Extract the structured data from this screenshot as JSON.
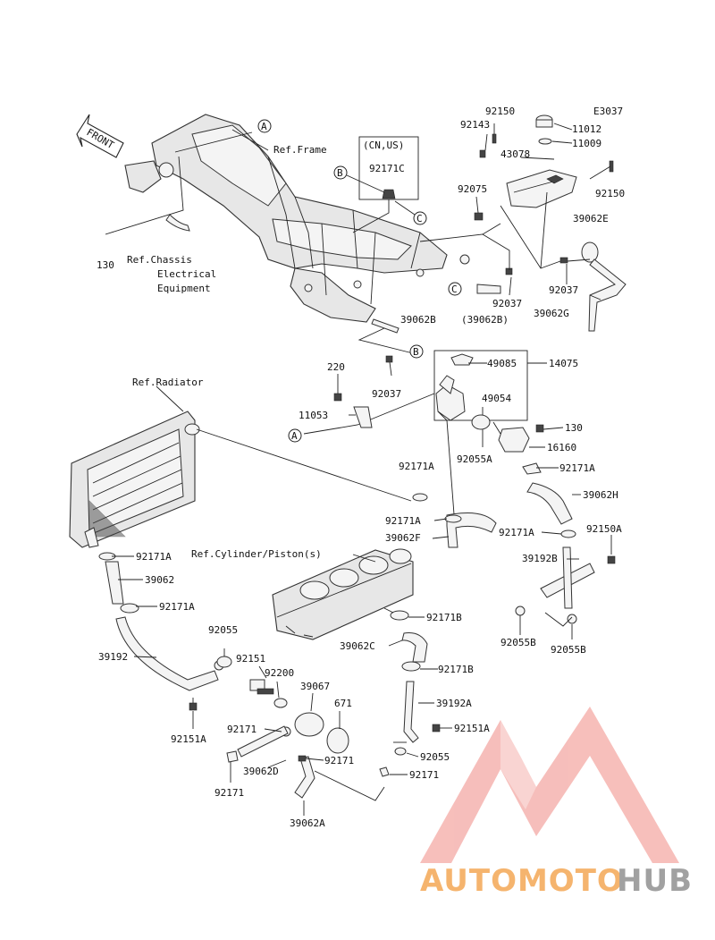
{
  "diagram_code": "E3037",
  "front_label": "FRONT",
  "market_note": "(CN,US)",
  "refs": {
    "frame": "Ref.Frame",
    "chassis_1": "Ref.Chassis",
    "chassis_2": "Electrical",
    "chassis_3": "Equipment",
    "radiator": "Ref.Radiator",
    "cylinder": "Ref.Cylinder/Piston(s)"
  },
  "callouts": {
    "a": "A",
    "b": "B",
    "c": "C"
  },
  "parts": {
    "p92150_top": "92150",
    "p92143": "92143",
    "p11012": "11012",
    "p11009": "11009",
    "p43078": "43078",
    "p92171c": "92171C",
    "p92075": "92075",
    "p92150_right": "92150",
    "p39062e": "39062E",
    "p130_left": "130",
    "p92037_right": "92037",
    "p92037_mid": "92037",
    "p39062g": "39062G",
    "p39062b_paren": "(39062B)",
    "p39062b": "39062B",
    "p220": "220",
    "p49085": "49085",
    "p14075": "14075",
    "p92037_low": "92037",
    "p49054": "49054",
    "p11053": "11053",
    "p130_right": "130",
    "p92055a": "92055A",
    "p16160": "16160",
    "p92171a_1": "92171A",
    "p92171a_2": "92171A",
    "p39062h": "39062H",
    "p92171a_3": "92171A",
    "p39062f": "39062F",
    "p92171a_4": "92171A",
    "p92150a": "92150A",
    "p92171a_5": "92171A",
    "p39192b": "39192B",
    "p39062": "39062",
    "p92171a_6": "92171A",
    "p92171b_1": "92171B",
    "p92055b_1": "92055B",
    "p92055b_2": "92055B",
    "p92055": "92055",
    "p39062c": "39062C",
    "p39192": "39192",
    "p92151": "92151",
    "p92171b_2": "92171B",
    "p92200": "92200",
    "p39067": "39067",
    "p671": "671",
    "p39192a": "39192A",
    "p92151a_1": "92151A",
    "p92171_1": "92171",
    "p92151a_2": "92151A",
    "p92055_2": "92055",
    "p92171_2": "92171",
    "p92171_3": "92171",
    "p39062d": "39062D",
    "p92171_4": "92171",
    "p39062a": "39062A"
  },
  "watermark": {
    "part1": "AUTOMOTO",
    "part2": "HUB"
  },
  "colors": {
    "watermark_red": "#e8332a",
    "watermark_orange": "#f3a24a",
    "watermark_gray": "#8a8a8a"
  }
}
